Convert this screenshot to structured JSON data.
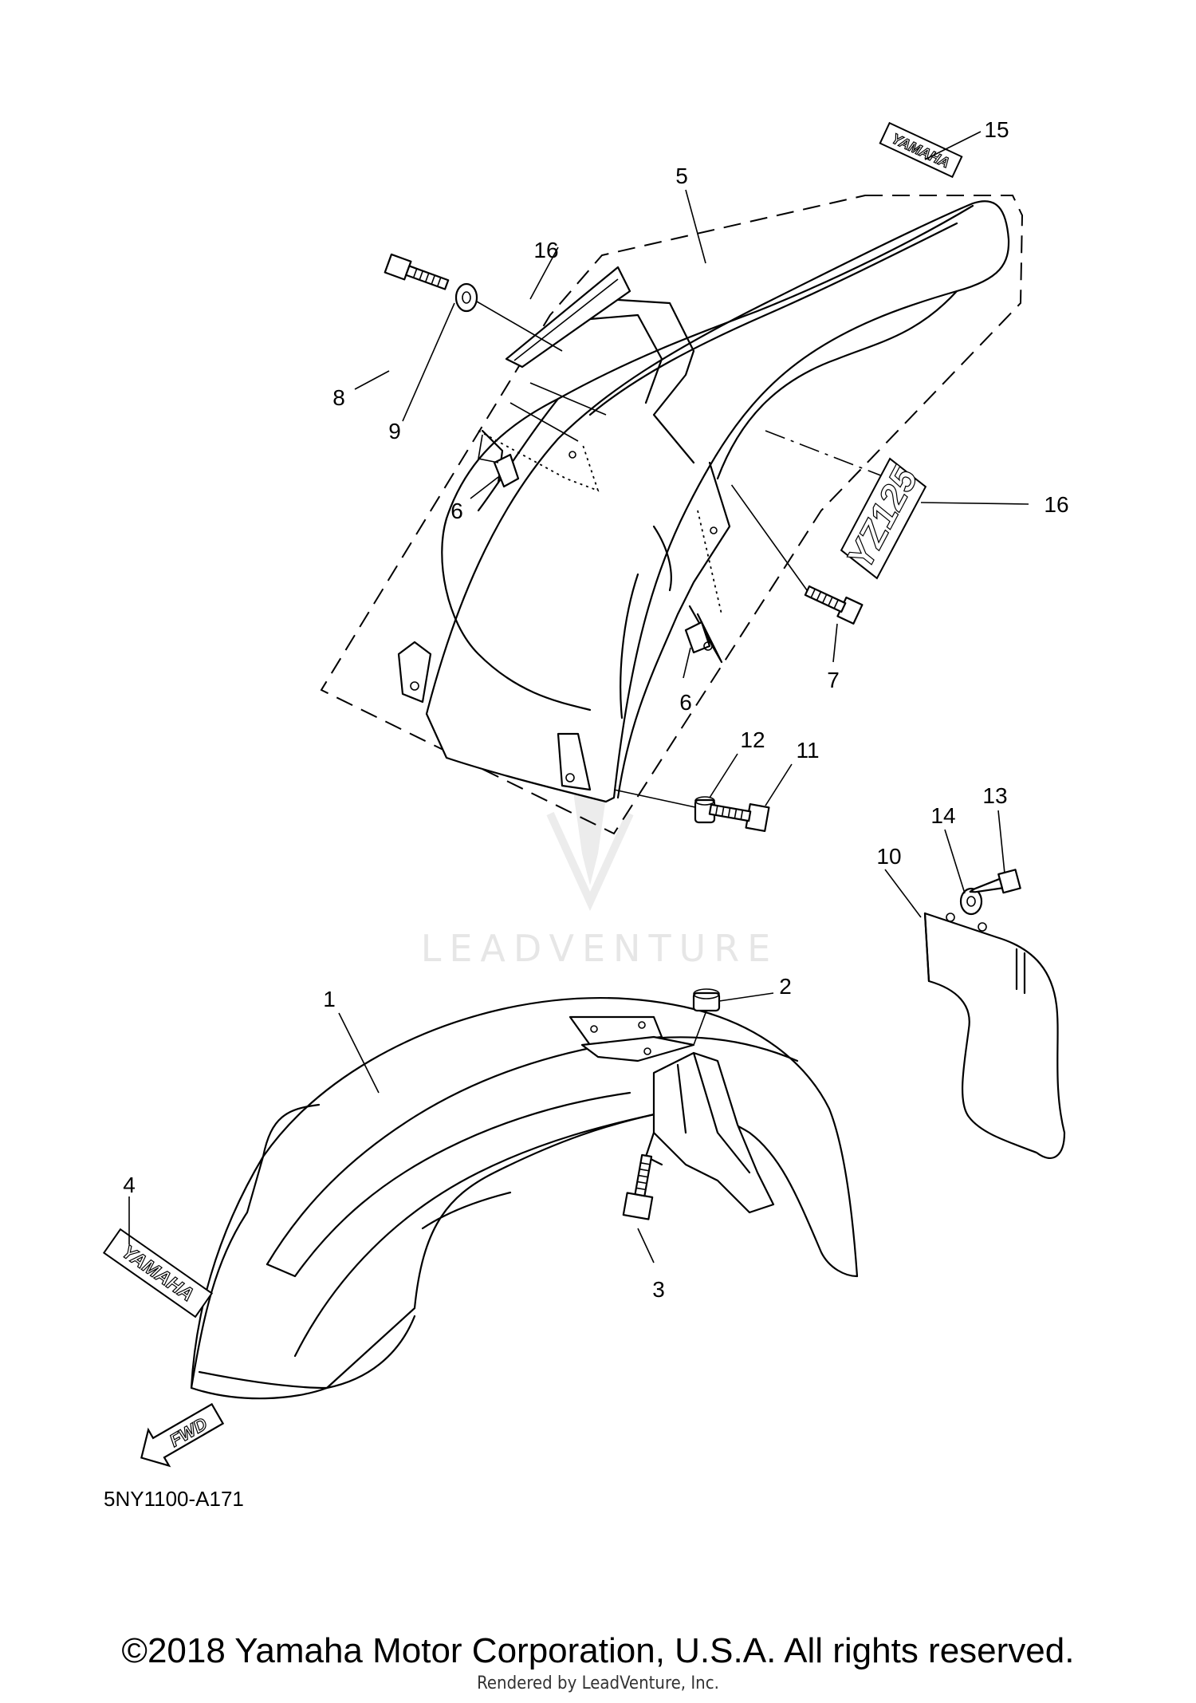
{
  "callouts": [
    {
      "num": "1"
    },
    {
      "num": "2"
    },
    {
      "num": "3"
    },
    {
      "num": "4"
    },
    {
      "num": "5"
    },
    {
      "num": "6"
    },
    {
      "num": "6"
    },
    {
      "num": "7"
    },
    {
      "num": "8"
    },
    {
      "num": "9"
    },
    {
      "num": "10"
    },
    {
      "num": "11"
    },
    {
      "num": "12"
    },
    {
      "num": "13"
    },
    {
      "num": "14"
    },
    {
      "num": "15"
    },
    {
      "num": "16"
    },
    {
      "num": "16"
    }
  ],
  "decals": {
    "yamaha_front": "YAMAHA",
    "yamaha_rear": "YAMAHA",
    "yz_model": "YZ125"
  },
  "fwd_arrow": "FWD",
  "watermark": "LEADVENTURE",
  "diagram_code": "5NY1100-A171",
  "copyright": "©2018 Yamaha Motor Corporation, U.S.A. All rights reserved.",
  "rendered_by": "Rendered by LeadVenture, Inc."
}
